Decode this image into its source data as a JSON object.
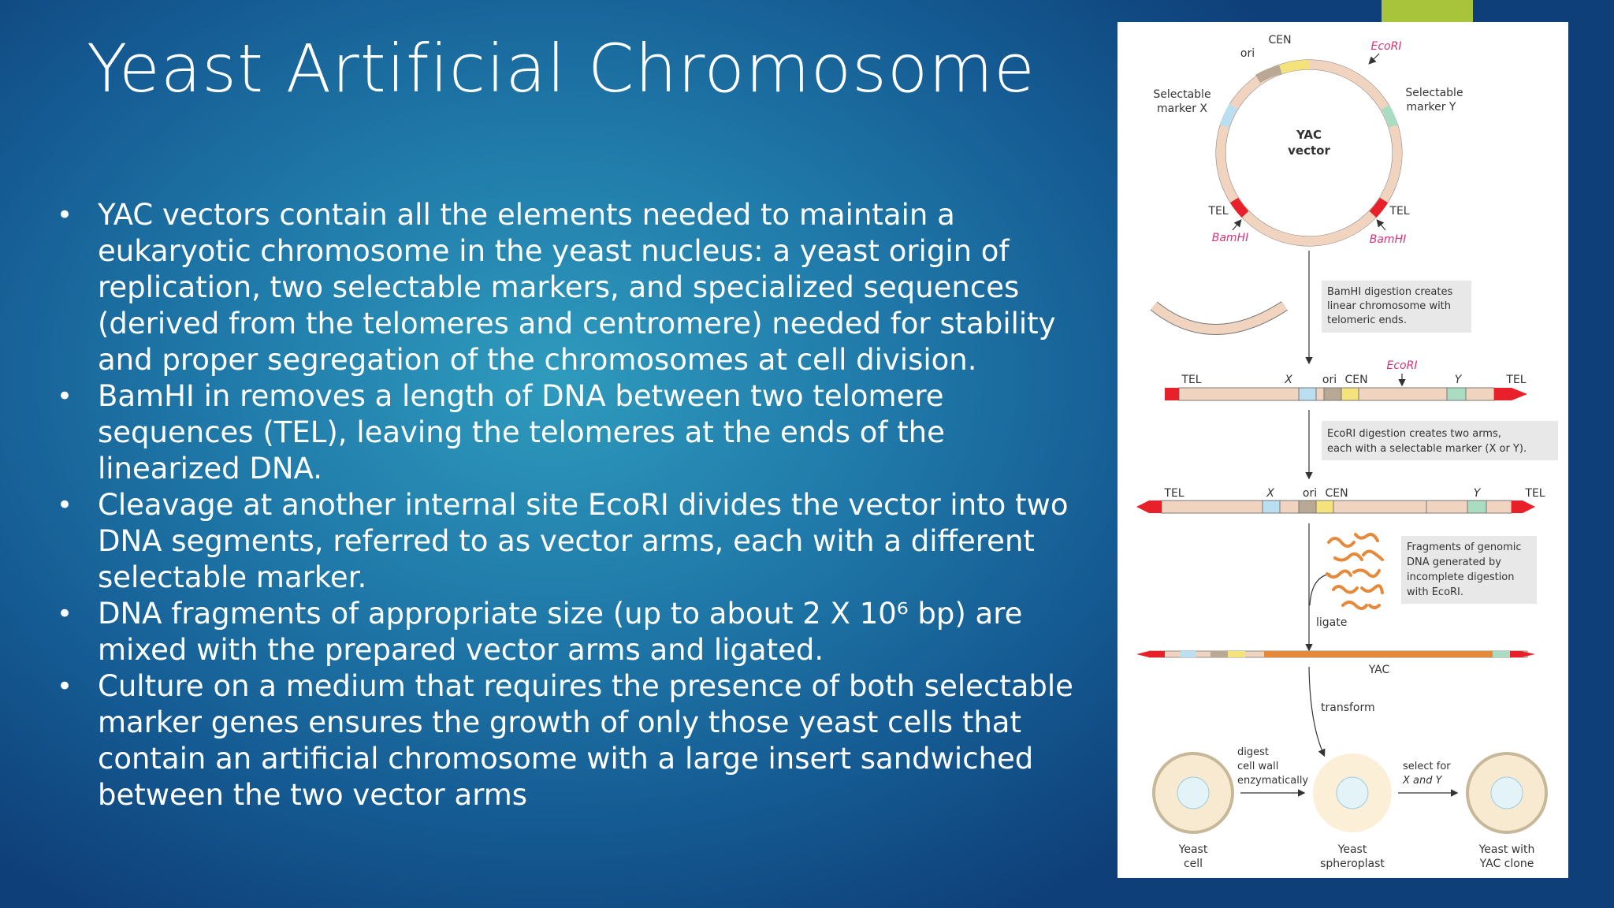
{
  "slide": {
    "title": "Yeast Artificial Chromosome",
    "accent_color": "#a8c43a"
  },
  "bullets": [
    "YAC vectors contain all the elements needed to maintain a eukaryotic chromosome in the yeast nucleus: a yeast origin of replication, two selectable markers, and specialized sequences (derived from the telomeres and centromere) needed for stability and proper segregation of the chromosomes at cell division.",
    "BamHI in removes a length of DNA between two telomere sequences (TEL), leaving the telomeres at the ends of the linearized DNA.",
    "Cleavage at another internal site EcoRI divides the vector into two DNA segments, referred to as vector arms, each with a different selectable marker.",
    "DNA fragments of appropriate size (up to about 2 X 10⁶ bp) are mixed with the prepared vector arms and ligated.",
    "Culture on a medium that requires the presence of both selectable marker genes ensures the growth of only those yeast cells that contain an artificial chromosome with a large insert sandwiched between the two vector arms"
  ],
  "figure": {
    "plasmid": {
      "ori": "ori",
      "cen": "CEN",
      "ecori": "EcoRI",
      "marker_x_line1": "Selectable",
      "marker_x_line2": "marker X",
      "marker_y_line1": "Selectable",
      "marker_y_line2": "marker Y",
      "center_line1": "YAC",
      "center_line2": "vector",
      "tel_left": "TEL",
      "tel_right": "TEL",
      "bamhi_left": "BamHI",
      "bamhi_right": "BamHI"
    },
    "note_bamhi": [
      "BamHI digestion creates",
      "linear chromosome with",
      "telomeric ends."
    ],
    "linear": {
      "tel_left": "TEL",
      "x": "X",
      "ori": "ori",
      "cen": "CEN",
      "ecori": "EcoRI",
      "y": "Y",
      "tel_right": "TEL"
    },
    "note_ecori": [
      "EcoRI digestion creates two arms,",
      "each with a selectable marker (X or Y)."
    ],
    "arms": {
      "tel_left": "TEL",
      "x": "X",
      "ori": "ori",
      "cen": "CEN",
      "y": "Y",
      "tel_right": "TEL"
    },
    "note_fragments": [
      "Fragments of genomic",
      "DNA generated by",
      "incomplete digestion",
      "with EcoRI."
    ],
    "ligate": "ligate",
    "yac": "YAC",
    "transform": "transform",
    "digest_line1": "digest",
    "digest_line2": "cell wall",
    "digest_line3": "enzymatically",
    "select_line1": "select for",
    "select_line2": "X and Y",
    "cell1_line1": "Yeast",
    "cell1_line2": "cell",
    "cell2_line1": "Yeast",
    "cell2_line2": "spheroplast",
    "cell3_line1": "Yeast with",
    "cell3_line2": "YAC clone"
  }
}
